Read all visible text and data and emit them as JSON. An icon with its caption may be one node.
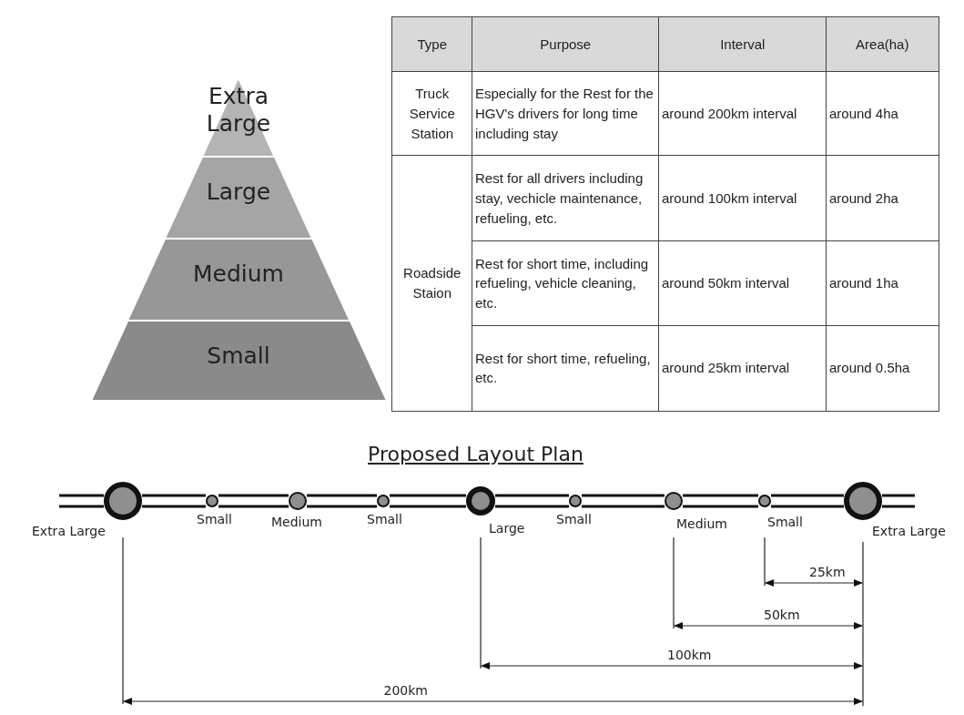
{
  "diagram": {
    "title": "Proposed Layout Plan",
    "nodes": [
      {
        "text": [
          "Extra Large"
        ]
      },
      {
        "text": [
          "Large"
        ]
      },
      {
        "text": [
          "Medium"
        ]
      },
      {
        "text": [
          "Small"
        ]
      },
      {
        "text": [],
        "shape": "circle",
        "beside": [
          "Extra Large"
        ]
      },
      {
        "text": [],
        "shape": "circle",
        "beside": [
          "Small"
        ]
      },
      {
        "text": [],
        "shape": "circle",
        "beside": [
          "Medium"
        ]
      },
      {
        "text": [],
        "shape": "circle",
        "beside": [
          "Small"
        ]
      },
      {
        "text": [],
        "shape": "circle",
        "beside": [
          "Large"
        ]
      },
      {
        "text": [],
        "shape": "circle",
        "beside": [
          "Small"
        ]
      },
      {
        "text": [],
        "shape": "circle",
        "beside": [
          "Medium"
        ]
      },
      {
        "text": [],
        "shape": "circle",
        "beside": [
          "Small"
        ]
      },
      {
        "text": [],
        "shape": "circle",
        "beside": [
          "Extra Large"
        ]
      }
    ],
    "edges": [
      {
        "from": 4,
        "to": 5,
        "arrow": "none"
      },
      {
        "from": 5,
        "to": 6,
        "arrow": "none"
      },
      {
        "from": 6,
        "to": 7,
        "arrow": "none"
      },
      {
        "from": 7,
        "to": 8,
        "arrow": "none"
      },
      {
        "from": 8,
        "to": 9,
        "arrow": "none"
      },
      {
        "from": 9,
        "to": 10,
        "arrow": "none"
      },
      {
        "from": 10,
        "to": 11,
        "arrow": "none"
      },
      {
        "from": 11,
        "to": 12,
        "arrow": "none"
      }
    ],
    "labels": [
      "Type",
      "Purpose",
      "Interval",
      "Area(ha)",
      "Truck Service Station",
      "Especially for the Rest for the HGV's drivers for long time including stay",
      "around 200km interval",
      "around 4ha",
      "Roadside Staion",
      "Rest for all drivers including stay, vechicle maintenance, refueling, etc.",
      "around 100km interval",
      "around 2ha",
      "Rest for short time, including refueling, vehicle cleaning, etc.",
      "around 50km interval",
      "around 1ha",
      "Rest for short time, refueling, etc.",
      "around 25km interval",
      "around 0.5ha",
      "25km",
      "50km",
      "100km",
      "200km"
    ]
  }
}
